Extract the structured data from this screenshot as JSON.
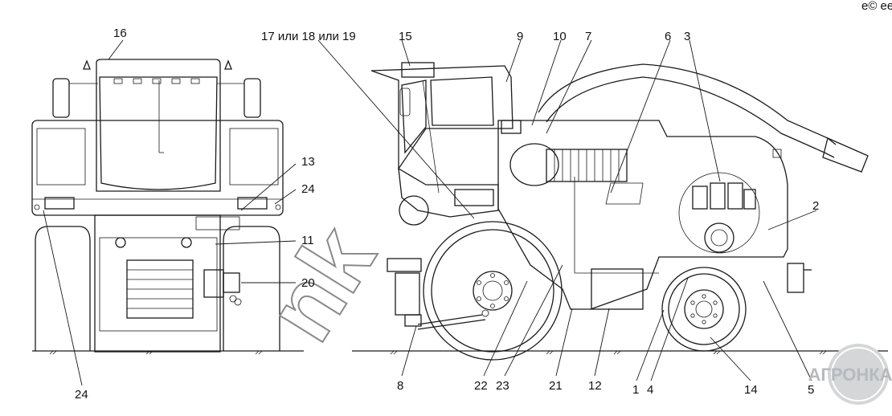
{
  "corner_mark": "e© eea",
  "callouts": {
    "c1": "1",
    "c2": "2",
    "c3": "3",
    "c4": "4",
    "c5": "5",
    "c6": "6",
    "c7": "7",
    "c8": "8",
    "c9": "9",
    "c10": "10",
    "c11": "11",
    "c12": "12",
    "c13": "13",
    "c14": "14",
    "c15": "15",
    "c16": "16",
    "c17_19": "17 или 18 или 19",
    "c20": "20",
    "c21": "21",
    "c22": "22",
    "c23": "23",
    "c24_top": "24",
    "c24_bottom": "24"
  },
  "watermark_text": "nk",
  "logo": {
    "text": "АГРОНКА",
    "color": "#9aa0a6"
  }
}
